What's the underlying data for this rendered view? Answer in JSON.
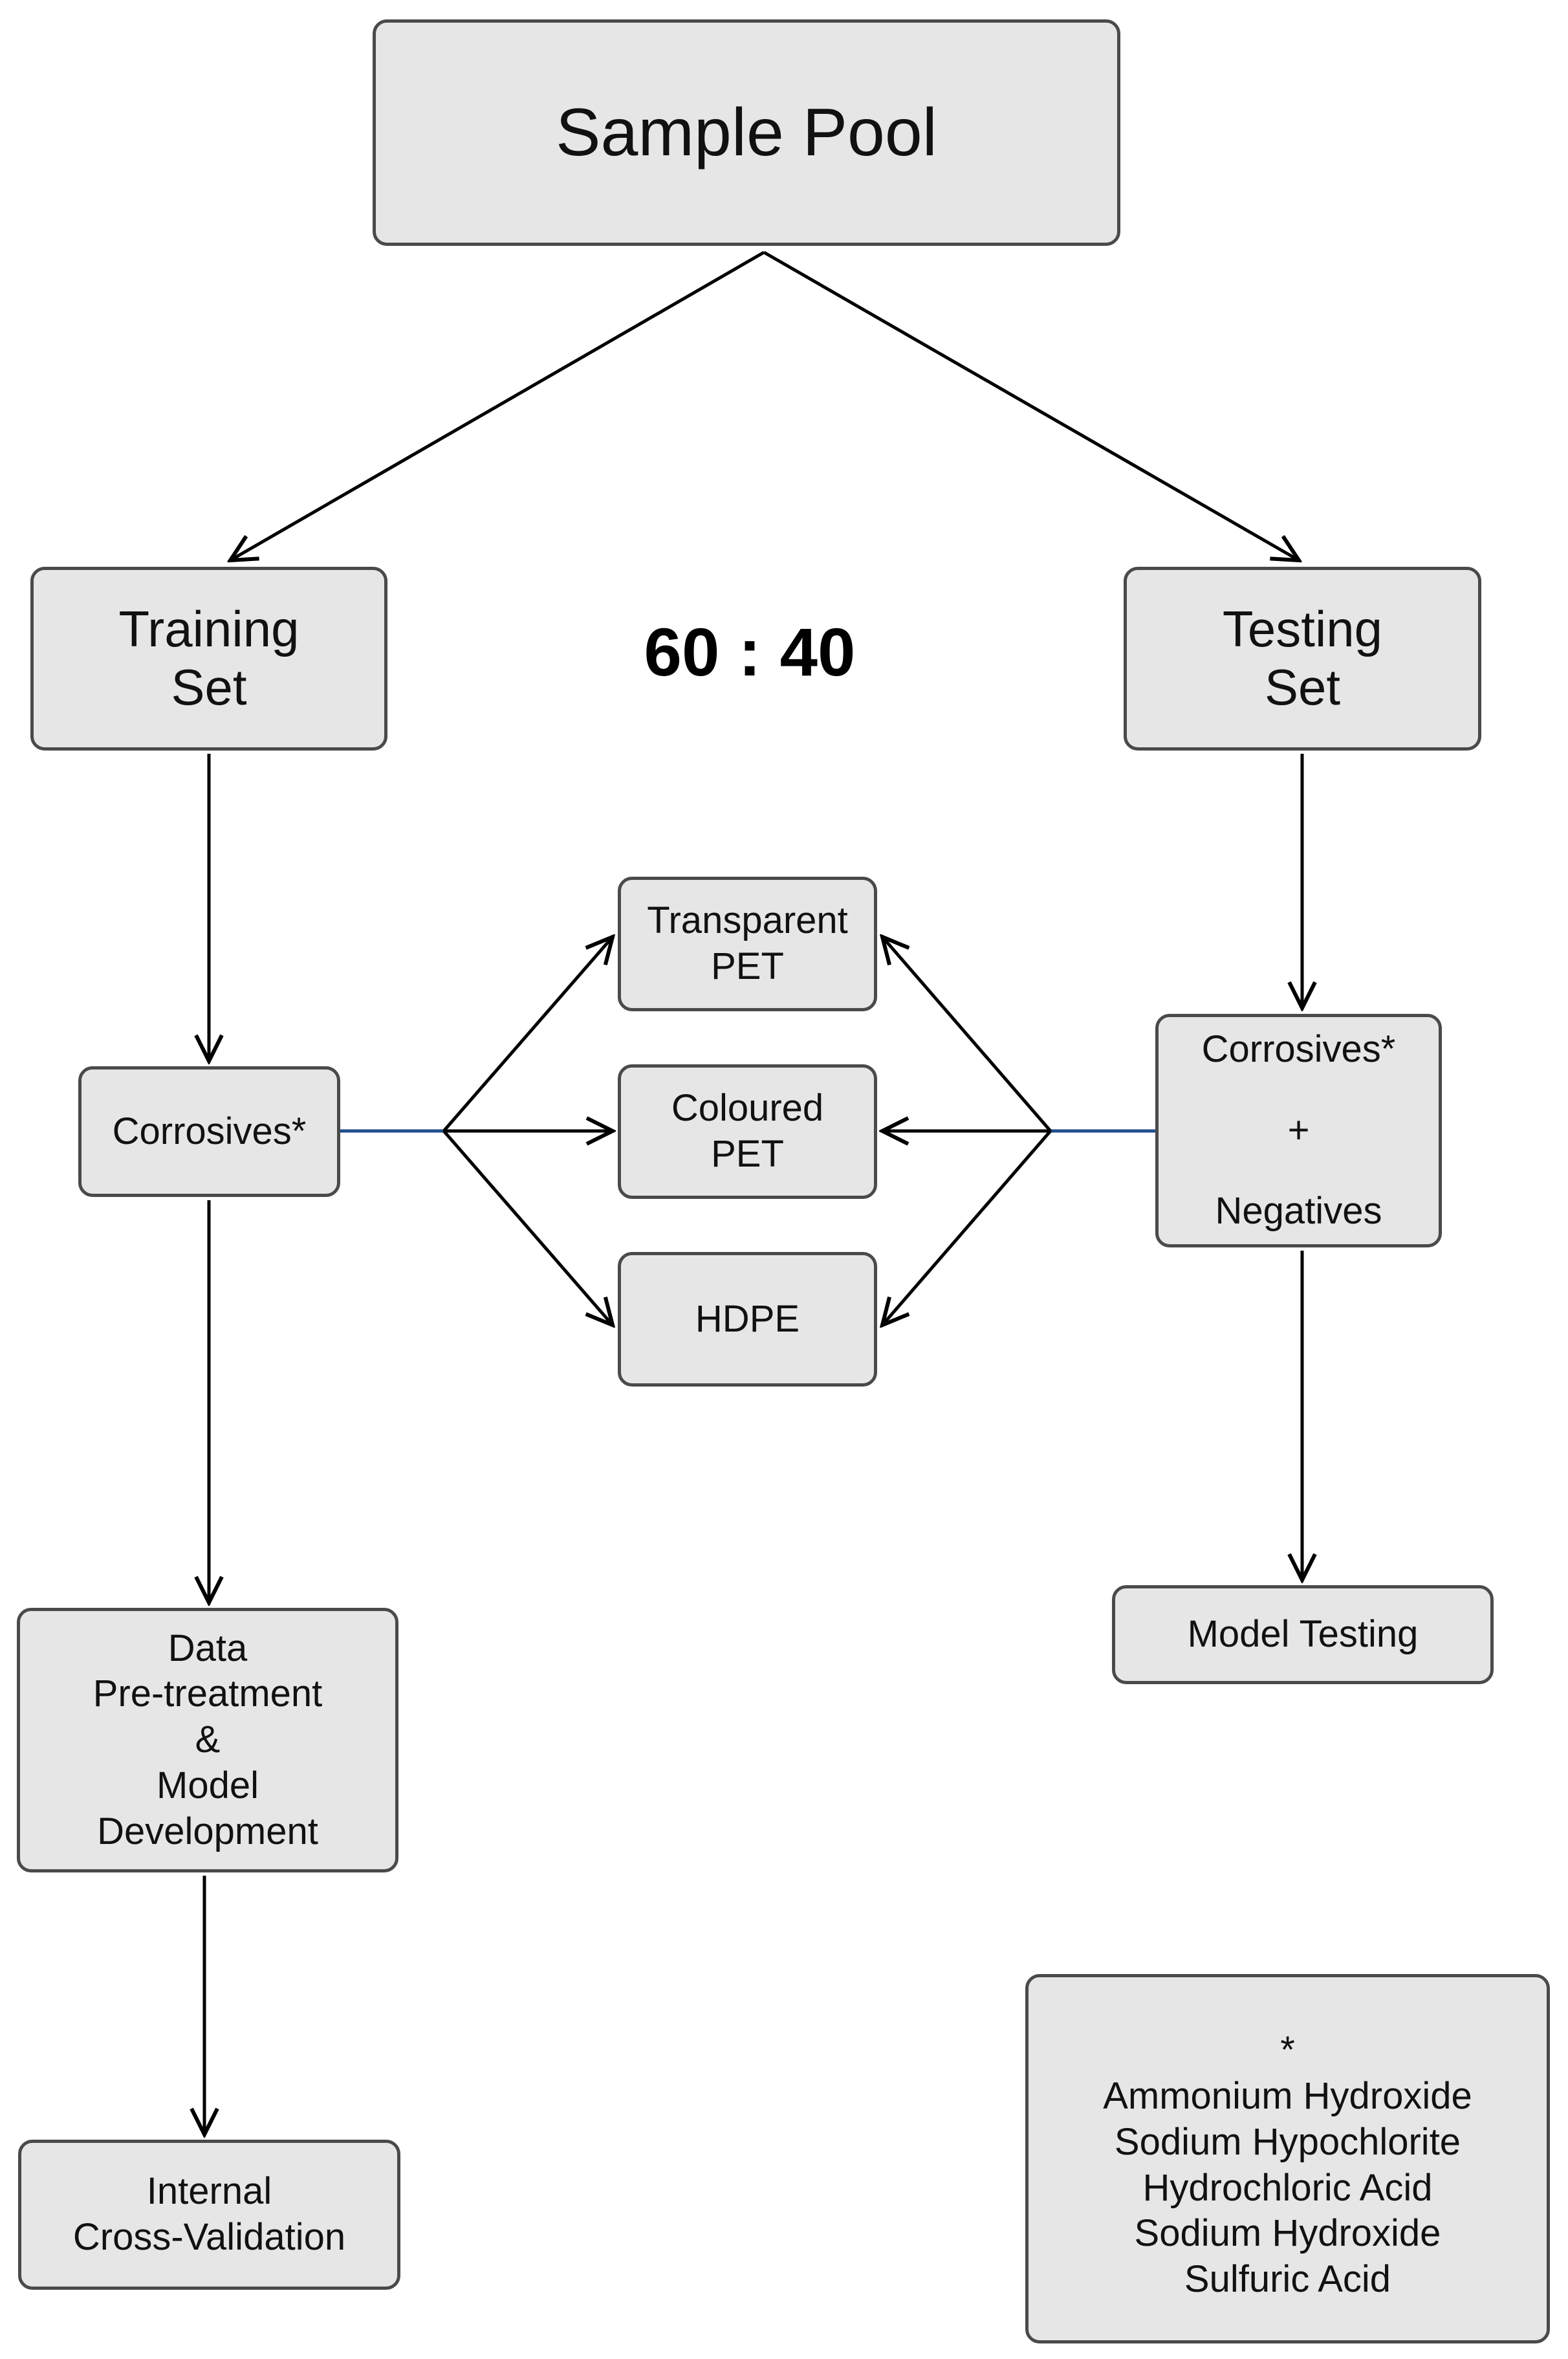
{
  "diagram": {
    "sample_pool": "Sample Pool",
    "ratio": "60 : 40",
    "training_set": [
      "Training",
      "Set"
    ],
    "testing_set": [
      "Testing",
      "Set"
    ],
    "plastics": {
      "transparent_pet": [
        "Transparent",
        "PET"
      ],
      "coloured_pet": [
        "Coloured",
        "PET"
      ],
      "hdpe": "HDPE"
    },
    "corrosives_training": "Corrosives*",
    "corrosives_testing": {
      "corrosives": "Corrosives*",
      "plus": "+",
      "negatives": "Negatives"
    },
    "data_pretreatment": [
      "Data",
      "Pre-treatment",
      "&",
      "Model",
      "Development"
    ],
    "model_testing": "Model Testing",
    "internal_cross_validation": [
      "Internal",
      "Cross-Validation"
    ],
    "footnote": {
      "marker": "*",
      "items": [
        "Ammonium Hydroxide",
        "Sodium Hypochlorite",
        "Hydrochloric Acid",
        "Sodium Hydroxide",
        "Sulfuric Acid"
      ]
    }
  },
  "colors": {
    "box_fill": "#e6e6e6",
    "box_border": "#4a4a4a",
    "arrow": "#000000",
    "connector_blue": "#1f4e8c"
  }
}
